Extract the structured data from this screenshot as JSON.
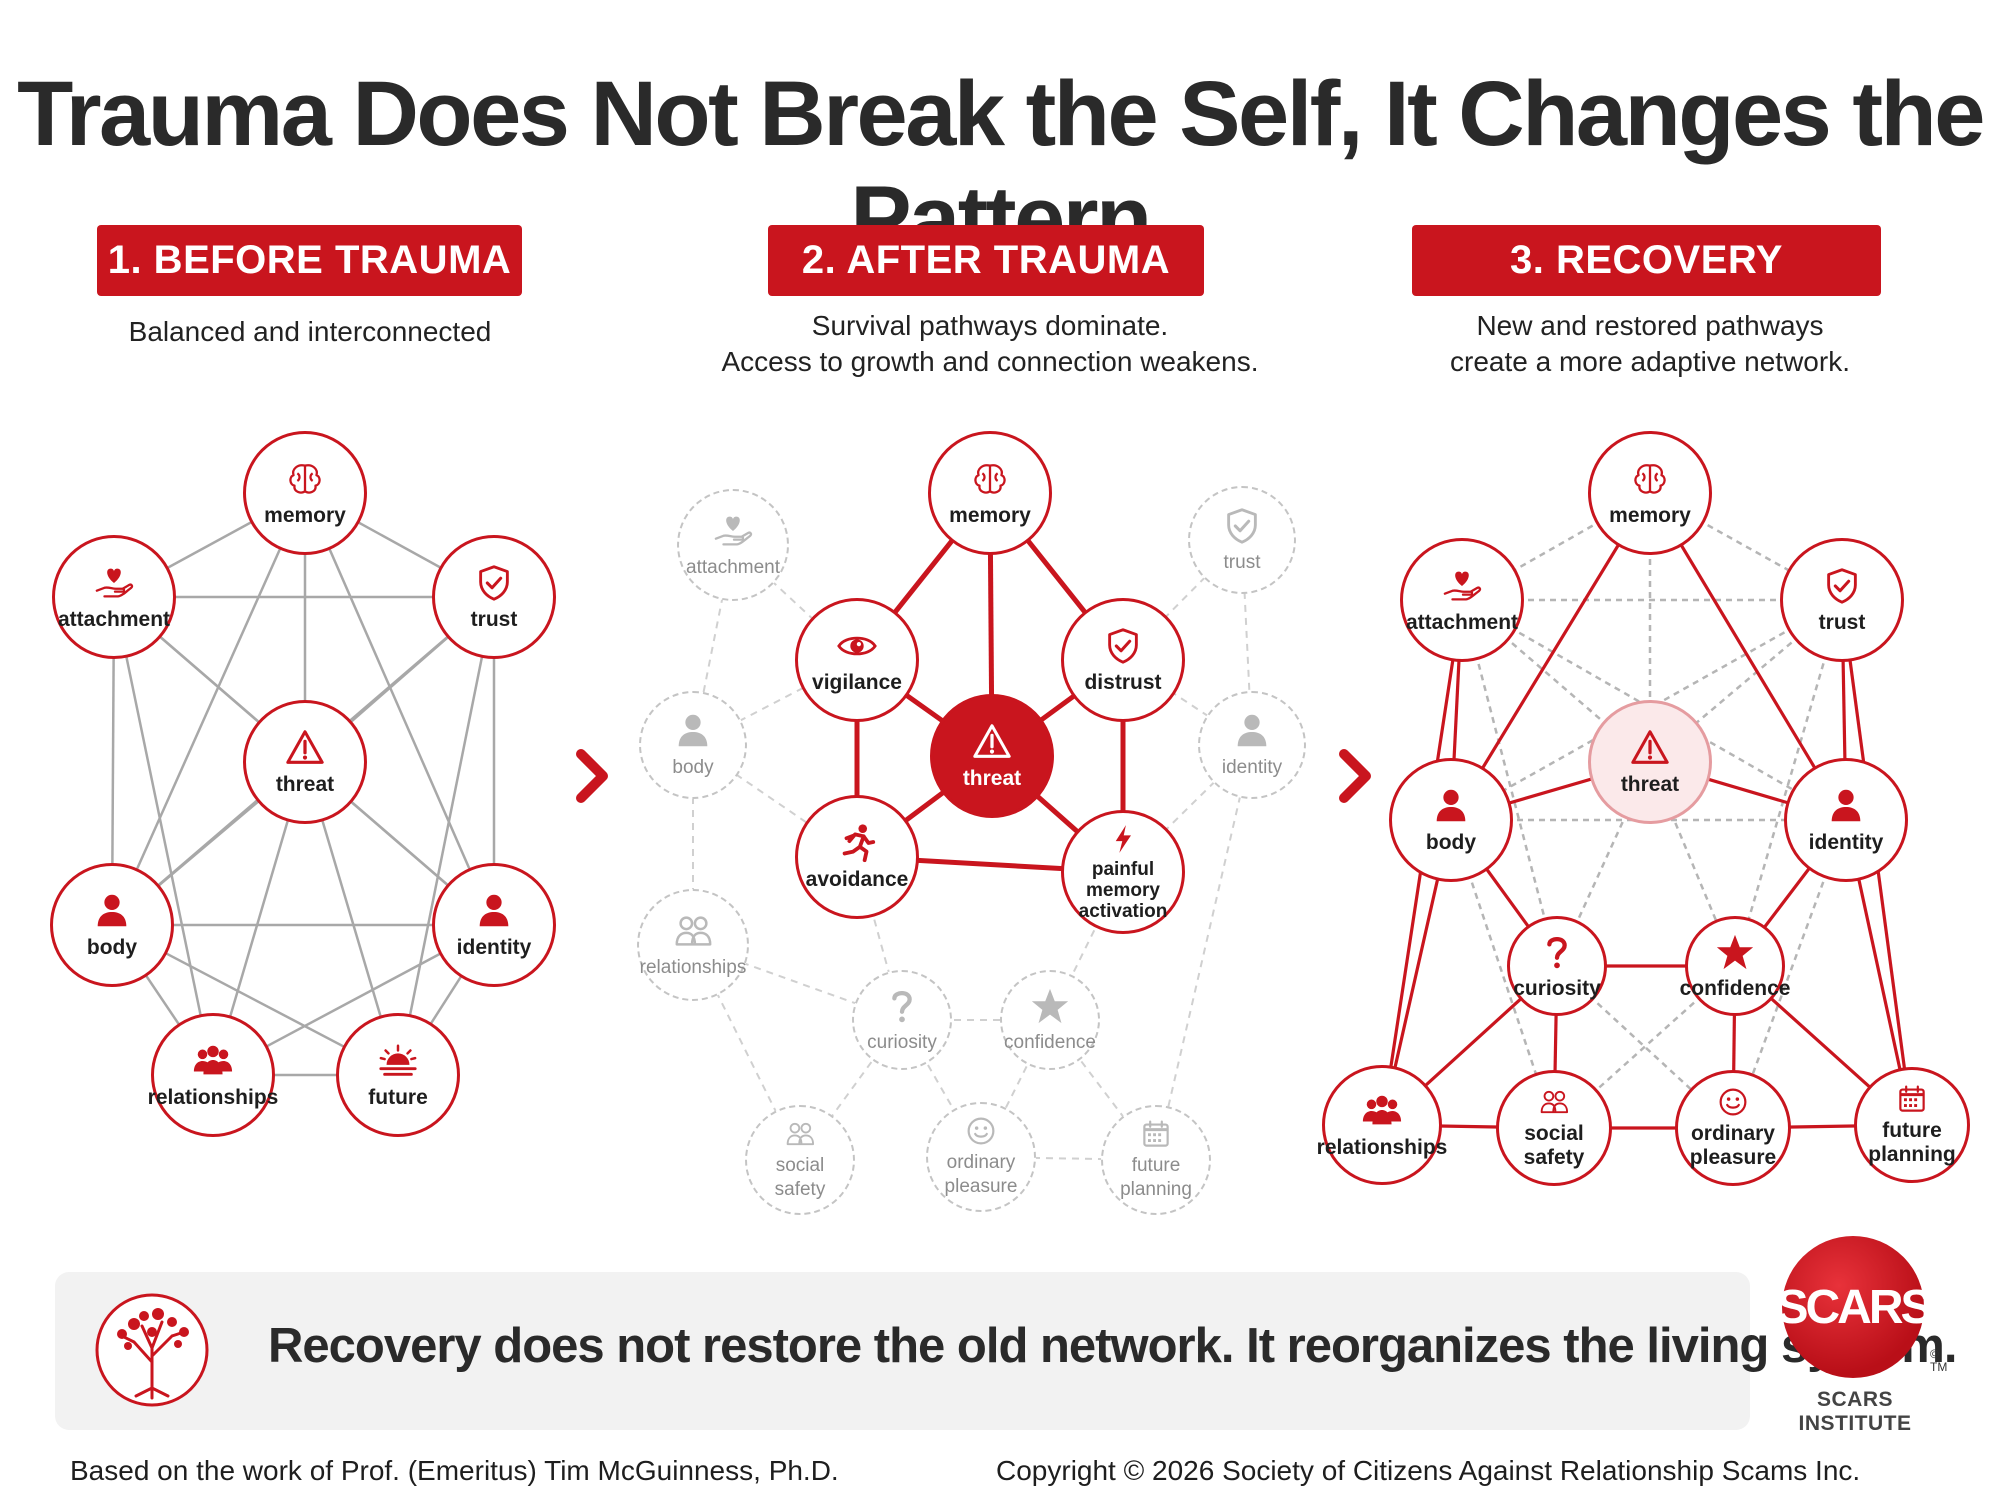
{
  "title": "Trauma Does Not Break the Self, It Changes the Pattern",
  "colors": {
    "accent": "#c9151e",
    "edge_gray": "#a8a8a8",
    "faded": "#c4c4c4"
  },
  "panels": [
    {
      "id": "before",
      "header": "1. BEFORE TRAUMA",
      "subtitle": [
        "Balanced and interconnected"
      ],
      "nodes": [
        {
          "id": "memory",
          "label": [
            "memory"
          ],
          "icon": "brain-icon",
          "style": "normal"
        },
        {
          "id": "attachment",
          "label": [
            "attachment"
          ],
          "icon": "heart-hand-icon",
          "style": "normal"
        },
        {
          "id": "trust",
          "label": [
            "trust"
          ],
          "icon": "shield-check-icon",
          "style": "normal"
        },
        {
          "id": "threat",
          "label": [
            "threat"
          ],
          "icon": "warning-icon",
          "style": "normal"
        },
        {
          "id": "body",
          "label": [
            "body"
          ],
          "icon": "person-icon",
          "style": "normal"
        },
        {
          "id": "identity",
          "label": [
            "identity"
          ],
          "icon": "person-icon",
          "style": "normal"
        },
        {
          "id": "relationships",
          "label": [
            "relationships"
          ],
          "icon": "group-icon",
          "style": "normal"
        },
        {
          "id": "future",
          "label": [
            "future"
          ],
          "icon": "sunrise-icon",
          "style": "normal"
        }
      ]
    },
    {
      "id": "after",
      "header": "2. AFTER TRAUMA",
      "subtitle": [
        "Survival pathways dominate.",
        "Access to growth and connection weakens."
      ],
      "nodes": [
        {
          "id": "memory",
          "label": [
            "memory"
          ],
          "icon": "brain-icon",
          "style": "normal"
        },
        {
          "id": "attachment",
          "label": [
            "attachment"
          ],
          "icon": "heart-hand-icon",
          "style": "faded"
        },
        {
          "id": "trust",
          "label": [
            "trust"
          ],
          "icon": "shield-check-icon",
          "style": "faded"
        },
        {
          "id": "vigilance",
          "label": [
            "vigilance"
          ],
          "icon": "eye-icon",
          "style": "normal"
        },
        {
          "id": "distrust",
          "label": [
            "distrust"
          ],
          "icon": "shield-check-icon",
          "style": "normal"
        },
        {
          "id": "body",
          "label": [
            "body"
          ],
          "icon": "person-icon",
          "style": "faded"
        },
        {
          "id": "identity",
          "label": [
            "identity"
          ],
          "icon": "person-icon",
          "style": "faded"
        },
        {
          "id": "threat",
          "label": [
            "threat"
          ],
          "icon": "warning-icon",
          "style": "filled"
        },
        {
          "id": "avoidance",
          "label": [
            "avoidance"
          ],
          "icon": "running-icon",
          "style": "normal"
        },
        {
          "id": "painful",
          "label": [
            "painful",
            "memory",
            "activation"
          ],
          "icon": "lightning-icon",
          "style": "normal"
        },
        {
          "id": "relationships",
          "label": [
            "relationships"
          ],
          "icon": "pair-icon",
          "style": "faded"
        },
        {
          "id": "curiosity",
          "label": [
            "curiosity"
          ],
          "icon": "question-icon",
          "style": "faded"
        },
        {
          "id": "confidence",
          "label": [
            "confidence"
          ],
          "icon": "star-icon",
          "style": "faded"
        },
        {
          "id": "social",
          "label": [
            "social",
            "safety"
          ],
          "icon": "pair-icon",
          "style": "faded"
        },
        {
          "id": "pleasure",
          "label": [
            "ordinary",
            "pleasure"
          ],
          "icon": "smile-icon",
          "style": "faded"
        },
        {
          "id": "planning",
          "label": [
            "future",
            "planning"
          ],
          "icon": "calendar-icon",
          "style": "faded"
        }
      ]
    },
    {
      "id": "recovery",
      "header": "3. RECOVERY",
      "subtitle": [
        "New and restored pathways",
        "create a more adaptive network."
      ],
      "nodes": [
        {
          "id": "memory",
          "label": [
            "memory"
          ],
          "icon": "brain-icon",
          "style": "normal"
        },
        {
          "id": "attachment",
          "label": [
            "attachment"
          ],
          "icon": "heart-hand-icon",
          "style": "normal"
        },
        {
          "id": "trust",
          "label": [
            "trust"
          ],
          "icon": "shield-check-icon",
          "style": "normal"
        },
        {
          "id": "threat",
          "label": [
            "threat"
          ],
          "icon": "warning-icon",
          "style": "soft"
        },
        {
          "id": "body",
          "label": [
            "body"
          ],
          "icon": "person-icon",
          "style": "normal"
        },
        {
          "id": "identity",
          "label": [
            "identity"
          ],
          "icon": "person-icon",
          "style": "normal"
        },
        {
          "id": "curiosity",
          "label": [
            "curiosity"
          ],
          "icon": "question-icon",
          "style": "normal"
        },
        {
          "id": "confidence",
          "label": [
            "confidence"
          ],
          "icon": "star-icon",
          "style": "normal"
        },
        {
          "id": "relationships",
          "label": [
            "relationships"
          ],
          "icon": "group-icon",
          "style": "normal"
        },
        {
          "id": "social",
          "label": [
            "social",
            "safety"
          ],
          "icon": "pair-icon",
          "style": "normal"
        },
        {
          "id": "pleasure",
          "label": [
            "ordinary",
            "pleasure"
          ],
          "icon": "smile-icon",
          "style": "normal"
        },
        {
          "id": "planning",
          "label": [
            "future",
            "planning"
          ],
          "icon": "calendar-icon",
          "style": "normal"
        }
      ]
    }
  ],
  "bottom_message": "Recovery does not restore the old network. It reorganizes the living system.",
  "logo": {
    "text": "SCARS",
    "subtitle": "SCARS INSTITUTE",
    "mark": "©\nTM"
  },
  "credit": "Based on the work of Prof. (Emeritus) Tim McGuinness, Ph.D.",
  "copyright": "Copyright © 2026 Society of Citizens Against Relationship Scams Inc."
}
